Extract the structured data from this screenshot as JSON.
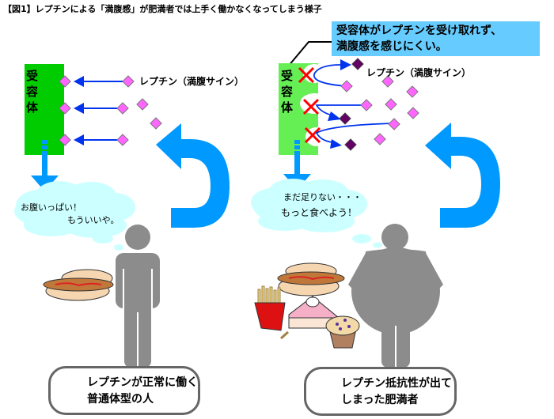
{
  "title": "【図1】レプチンによる「満腹感」が肥満者では上手く働かなくなってしまう様子",
  "left_panel": {
    "receptor_label": [
      "受",
      "容",
      "体"
    ],
    "leptin_label": "レプチン（満腹サイン）",
    "thought_lines": [
      "お腹いっぱい！",
      "もういいや。"
    ],
    "caption_lines": [
      "レプチンが正常に働く",
      "普通体型の人"
    ],
    "food": [
      "hot-dog"
    ]
  },
  "right_panel": {
    "callout_lines": [
      "受容体がレプチンを受け取れず、",
      "満腹感を感じにくい。"
    ],
    "receptor_label": [
      "受",
      "容",
      "体"
    ],
    "leptin_label": "レプチン（満腹サイン）",
    "thought_lines": [
      "まだ足りない・・・",
      "もっと食べよう！"
    ],
    "caption_lines": [
      "レプチン抵抗性が出て",
      "しまった肥満者"
    ],
    "food": [
      "hot-dog",
      "french-fries",
      "cake-slice",
      "muffin"
    ]
  },
  "colors": {
    "receptor_normal": "#00cc00",
    "receptor_resistant": "#66ee55",
    "leptin": "#ff66ff",
    "leptin_rejected": "#660066",
    "arrow_blue": "#0033ee",
    "cycle_arrow": "#0099ff",
    "cross": "#ff0000",
    "thought_bubble": "#ccffff",
    "person": "#8c8c8c",
    "callout_bg": "#66ccff"
  }
}
